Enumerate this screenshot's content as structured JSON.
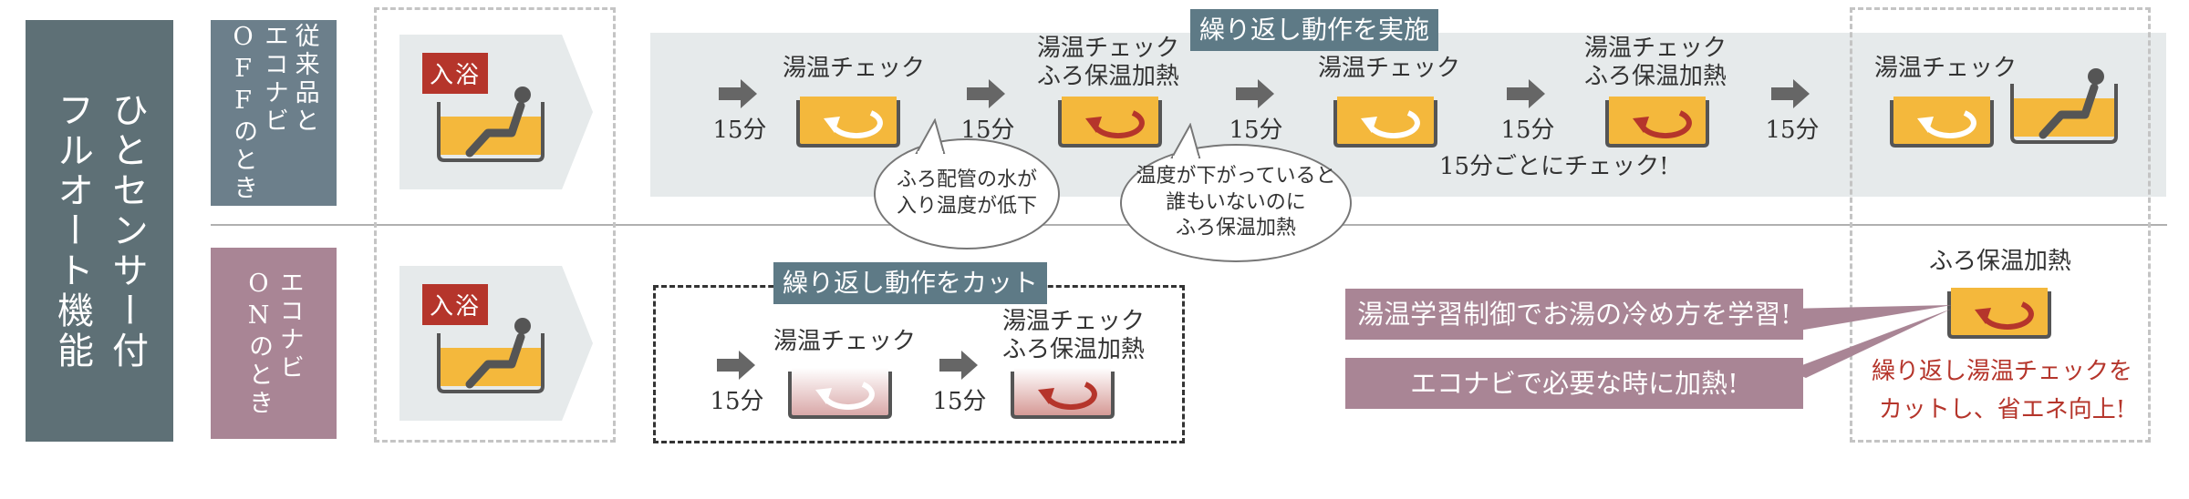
{
  "title": "ひとセンサー付\nフルオート機能",
  "row_off": {
    "label": "従来品と\nエコナビ\nOFFのとき",
    "bath_badge": "入浴"
  },
  "row_on": {
    "label": "エコナビ\nONのとき",
    "bath_badge": "入浴"
  },
  "repeat_banner": "繰り返し動作を実施",
  "cut_banner": "繰り返し動作をカット",
  "labels": {
    "check": "湯温チェック",
    "check_heat": "湯温チェック\nふろ保温加熱",
    "heat": "ふろ保温加熱",
    "min15": "15分"
  },
  "bubbles": {
    "pipe": "ふろ配管の水が\n入り温度が低下",
    "noone": "温度が下がっていると\n誰もいないのに\nふろ保温加熱"
  },
  "every15": "15分ごとにチェック!",
  "learn": "湯温学習制御でお湯の冷め方を学習!",
  "heat_when_needed": "エコナビで必要な時に加熱!",
  "result": "繰り返し湯温チェックを\nカットし、省エネ向上!",
  "colors": {
    "tub_water": "#f4b83c",
    "arrow_white": "#ffffff",
    "arrow_red": "#b5352b",
    "panel": "#e6eaeb",
    "pink": "#a98595",
    "slate": "#5e7076"
  }
}
